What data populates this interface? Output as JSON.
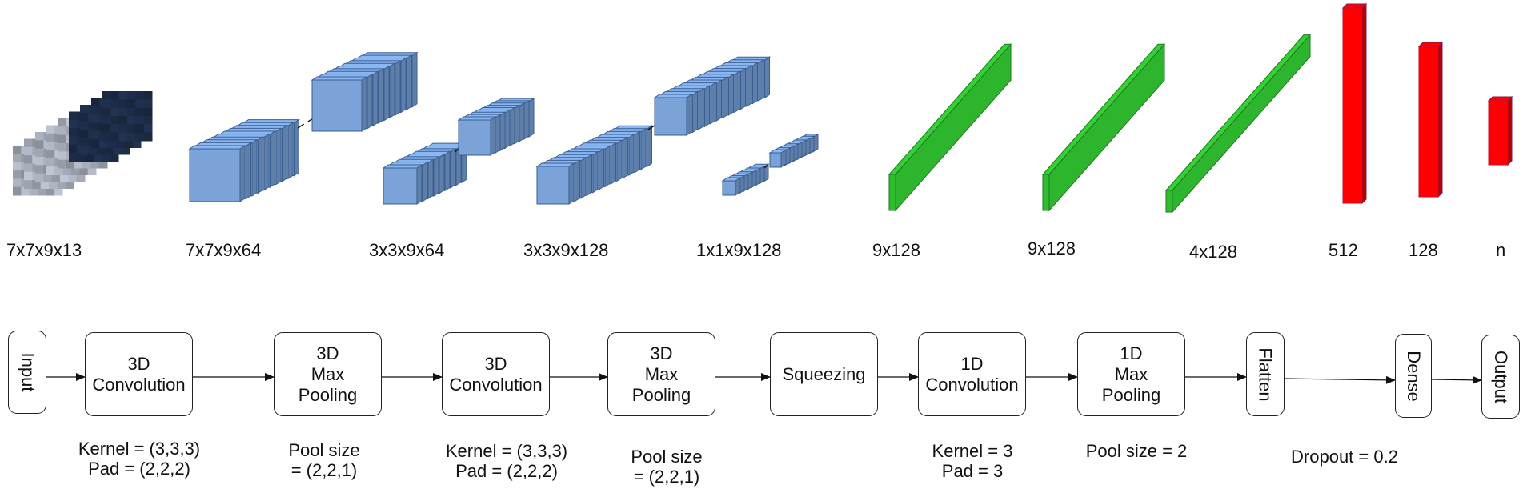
{
  "colors": {
    "conv_block_fill": "#7ba3d8",
    "conv_block_stroke": "#3a5f94",
    "conv1d_fill": "#2db52d",
    "dense_fill": "#ff0000",
    "image_dark": "#1c2b45",
    "image_light": "#a2a8b4"
  },
  "dimension_labels": [
    "7x7x9x13",
    "7x7x9x64",
    "3x3x9x64",
    "3x3x9x128",
    "1x1x9x128",
    "9x128",
    "9x128",
    "4x128",
    "512",
    "128",
    "n"
  ],
  "pipeline": {
    "input": "Input",
    "conv3d_1": "3D\nConvolution",
    "maxpool3d_1": "3D\nMax\nPooling",
    "conv3d_2": "3D\nConvolution",
    "maxpool3d_2": "3D\nMax\nPooling",
    "squeeze": "Squeezing",
    "conv1d": "1D\nConvolution",
    "maxpool1d": "1D\nMax\nPooling",
    "flatten": "Flatten",
    "dense": "Dense",
    "output": "Output"
  },
  "params": {
    "conv3d_1": "Kernel = (3,3,3)\nPad = (2,2,2)",
    "maxpool3d_1": "Pool size\n = (2,2,1)",
    "conv3d_2": "Kernel = (3,3,3)\nPad = (2,2,2)",
    "maxpool3d_2": "Pool size\n = (2,2,1)",
    "conv1d": "Kernel = 3\nPad = 3",
    "maxpool1d": "Pool size = 2",
    "dropout": "Dropout = 0.2"
  }
}
